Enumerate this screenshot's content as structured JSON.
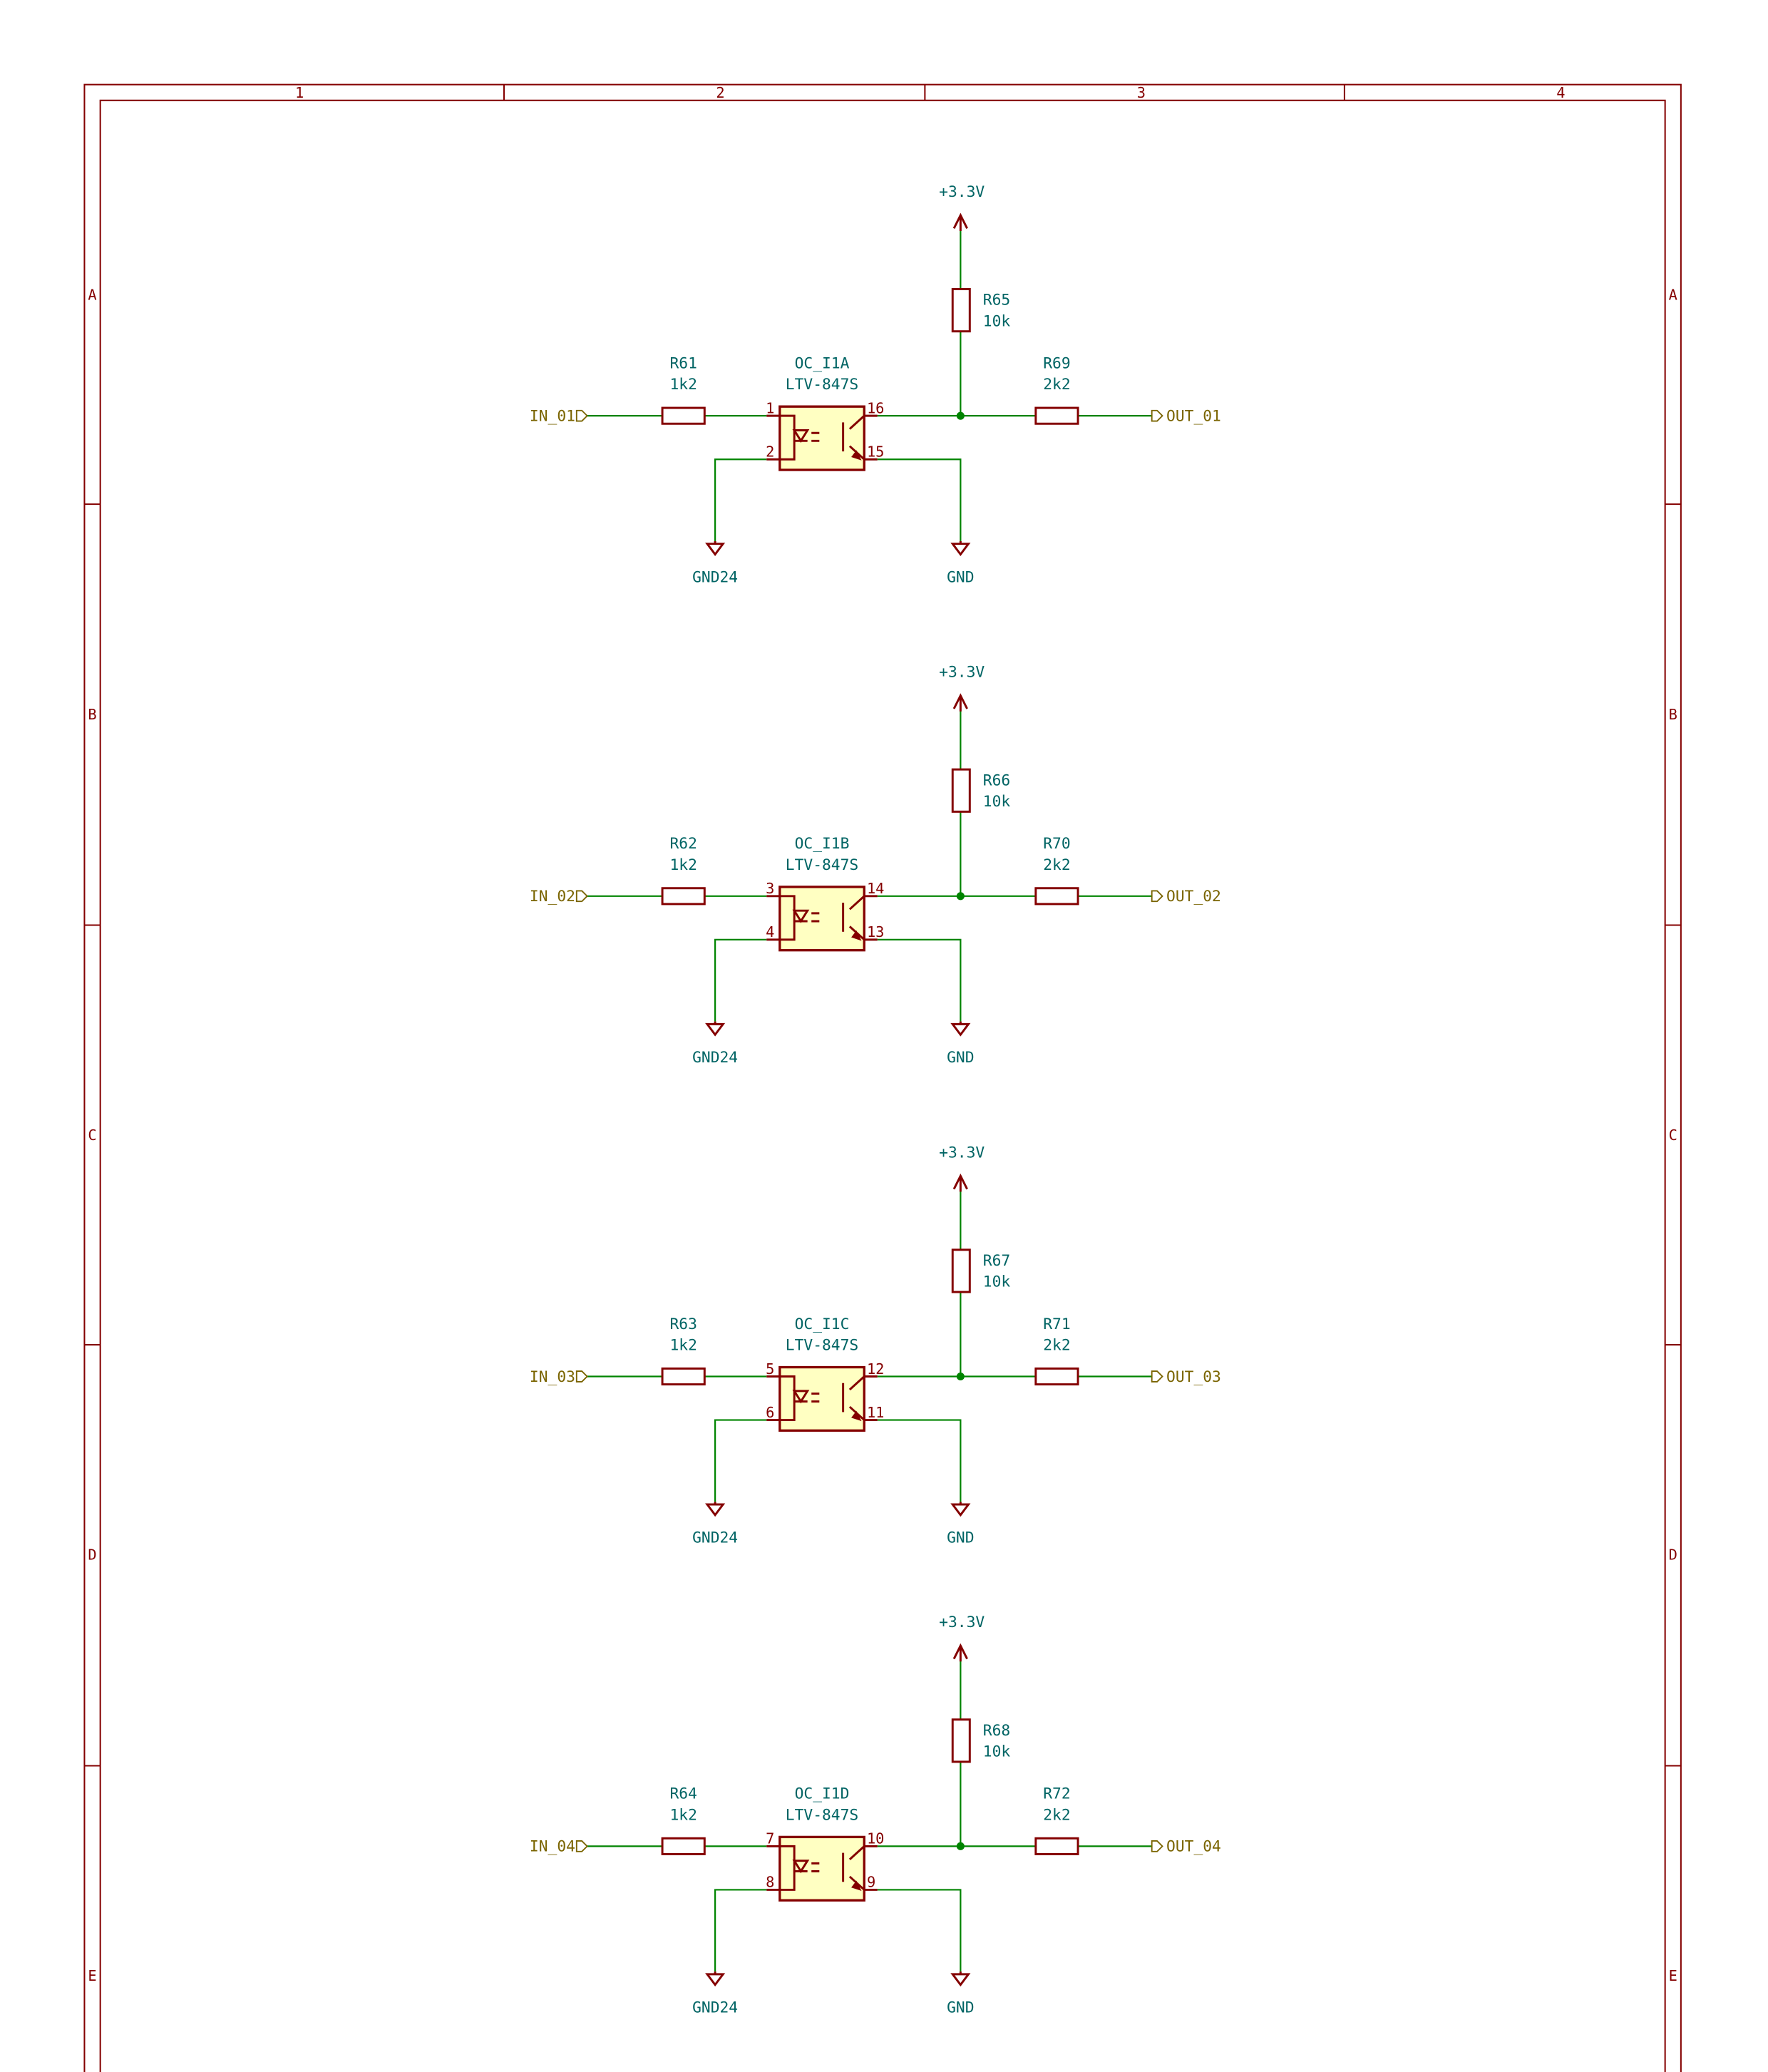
{
  "frame": {
    "columns": [
      "1",
      "2",
      "3",
      "4"
    ],
    "rows": [
      "A",
      "B",
      "C",
      "D",
      "E"
    ]
  },
  "colors": {
    "wire": "#008400",
    "symbol": "#840000",
    "text": "#006464",
    "label": "#7a6400",
    "body_fill": "#ffffc2"
  },
  "blocks": [
    {
      "input": "IN_01",
      "output": "OUT_01",
      "r_in": {
        "ref": "R61",
        "value": "1k2"
      },
      "r_pull": {
        "ref": "R65",
        "value": "10k"
      },
      "r_out": {
        "ref": "R69",
        "value": "2k2"
      },
      "opto": {
        "ref": "OC_I1A",
        "value": "LTV-847S",
        "pins": [
          "1",
          "2",
          "16",
          "15"
        ]
      },
      "supply": "+3.3V",
      "gnd_left": "GND24",
      "gnd_right": "GND"
    },
    {
      "input": "IN_02",
      "output": "OUT_02",
      "r_in": {
        "ref": "R62",
        "value": "1k2"
      },
      "r_pull": {
        "ref": "R66",
        "value": "10k"
      },
      "r_out": {
        "ref": "R70",
        "value": "2k2"
      },
      "opto": {
        "ref": "OC_I1B",
        "value": "LTV-847S",
        "pins": [
          "3",
          "4",
          "14",
          "13"
        ]
      },
      "supply": "+3.3V",
      "gnd_left": "GND24",
      "gnd_right": "GND"
    },
    {
      "input": "IN_03",
      "output": "OUT_03",
      "r_in": {
        "ref": "R63",
        "value": "1k2"
      },
      "r_pull": {
        "ref": "R67",
        "value": "10k"
      },
      "r_out": {
        "ref": "R71",
        "value": "2k2"
      },
      "opto": {
        "ref": "OC_I1C",
        "value": "LTV-847S",
        "pins": [
          "5",
          "6",
          "12",
          "11"
        ]
      },
      "supply": "+3.3V",
      "gnd_left": "GND24",
      "gnd_right": "GND"
    },
    {
      "input": "IN_04",
      "output": "OUT_04",
      "r_in": {
        "ref": "R64",
        "value": "1k2"
      },
      "r_pull": {
        "ref": "R68",
        "value": "10k"
      },
      "r_out": {
        "ref": "R72",
        "value": "2k2"
      },
      "opto": {
        "ref": "OC_I1D",
        "value": "LTV-847S",
        "pins": [
          "7",
          "8",
          "10",
          "9"
        ]
      },
      "supply": "+3.3V",
      "gnd_left": "GND24",
      "gnd_right": "GND"
    }
  ]
}
